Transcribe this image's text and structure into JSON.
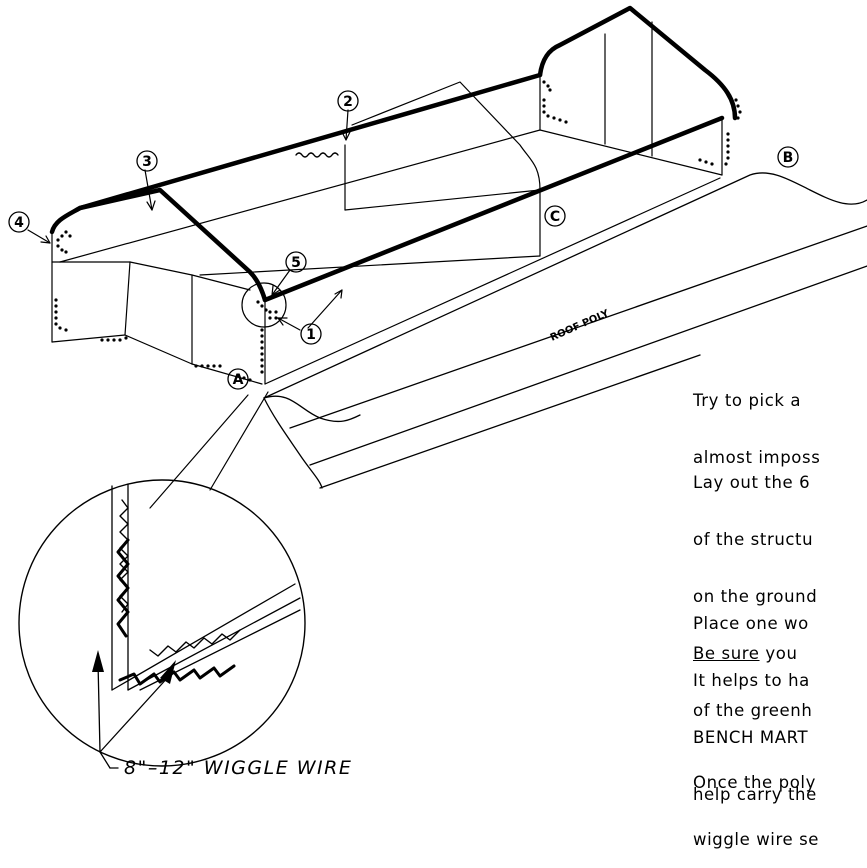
{
  "diagram": {
    "callouts": {
      "c1": "1",
      "c2": "2",
      "c3": "3",
      "c4": "4",
      "c5": "5",
      "cA": "A",
      "cB": "B",
      "cC": "C"
    },
    "roof_label": "ROOF POLY",
    "wire_label": "8\"–12\" WIGGLE WIRE"
  },
  "instructions": {
    "p1": [
      "Try to pick a",
      "almost imposs"
    ],
    "p2_line1": "Lay out the 6",
    "p2_line2": "of the structu",
    "p2_line3": "on the ground",
    "p2_line4_underlined": "Be sure",
    "p2_line4_rest": " you",
    "p2_line5": "of the greenh",
    "p3": [
      "Place one wo",
      "It helps to ha",
      "BENCH MART",
      "help carry the"
    ],
    "p4": [
      "Once the poly",
      "wiggle wire se"
    ]
  }
}
